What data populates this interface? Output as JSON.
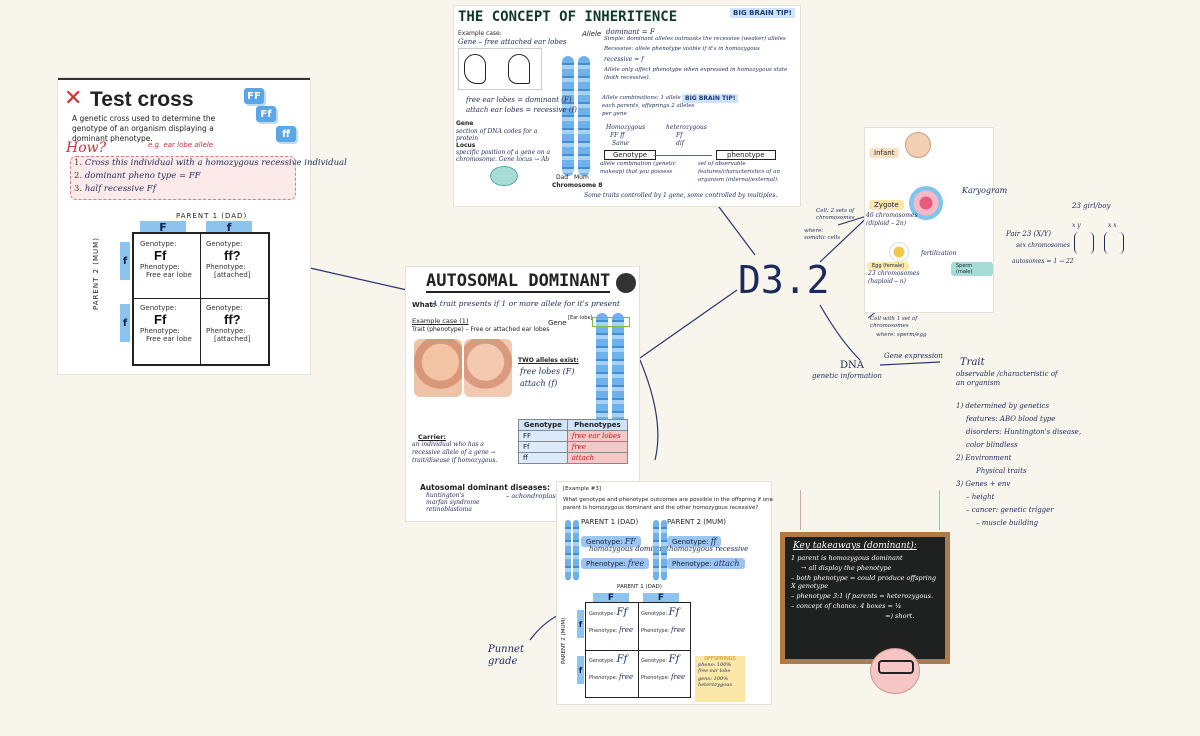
{
  "center": {
    "label": "D3.2"
  },
  "test_cross": {
    "title": "Test cross",
    "x_mark": "✕",
    "desc": "A genetic cross used to determine the genotype of an organism displaying a dominant phenotype.",
    "example": "e.g. ear lobe allele",
    "how_label": "How?",
    "steps": [
      "Cross this individual with a homozygous recessive individual",
      "dominant pheno type = FF",
      "half recessive    Ff"
    ],
    "tiles": [
      "FF",
      "Ff",
      "ff"
    ],
    "parent1": "Parent 1 (dad)",
    "parent2": "Parent 2 (mum)",
    "top_alleles": [
      "F",
      "f"
    ],
    "side_alleles": [
      "f",
      "f"
    ],
    "cells": [
      {
        "genotype_label": "Genotype:",
        "genotype": "Ff",
        "phenotype_label": "Phenotype:",
        "phenotype": "Free ear lobe"
      },
      {
        "genotype_label": "Genotype:",
        "genotype": "ff?",
        "phenotype_label": "Phenotype:",
        "phenotype": "[attached]"
      },
      {
        "genotype_label": "Genotype:",
        "genotype": "Ff",
        "phenotype_label": "Phenotype:",
        "phenotype": "Free ear lobe"
      },
      {
        "genotype_label": "Genotype:",
        "genotype": "ff?",
        "phenotype_label": "Phenotype:",
        "phenotype": "[attached]"
      }
    ]
  },
  "inheritance": {
    "title": "THE CONCEPT OF INHERITENCE",
    "badge": "BIG BRAIN TIP!",
    "badge2": "BIG BRAIN TIP!",
    "example_case": "Example case:",
    "gene_line": "Gene – free attached ear lobes",
    "allele_label": "Allele",
    "dominant": "dominant = F",
    "dominant_desc": "Simple: dominant alleles outmasks the recessive (weaker) alleles",
    "recessive_desc": "Recessive: allele phenotype visible if it's in homozygous",
    "recessive": "recessive = f",
    "allele_only": "Allele only affect phenotype when expressed in homozygous state (both recessive).",
    "free_lobes": "free ear lobes = dominant (F)",
    "attach_lobes": "attach ear lobes = recessive (f)",
    "gene_def_label": "Gene",
    "gene_def": "section of DNA codes for a protein",
    "locus_label": "Locus",
    "locus_def": "specific position of a gene on a chromosome. Gene locus → Ab",
    "dad": "Dad",
    "mum": "Mum",
    "chromosome": "Chromosome 8",
    "combos": "Allele combinations: 1 allele from each parents, offsprings 2 alleles per gene",
    "homozygous": "Homozygous",
    "homo_vals": "FF  ff",
    "homo_note": "Same",
    "heterozygous": "heterozygous",
    "hetero_vals": "Ff",
    "hetero_note": "dif",
    "genotype": "Genotype",
    "genotype_desc": "allele combination (genetic makeup) that you possess",
    "phenotype": "phenotype",
    "phenotype_desc": "set of observable features/characteristics of an organism (internal/external).",
    "footer": "Some traits controlled by 1 gene, some controlled by multiples."
  },
  "autosomal": {
    "title": "AUTOSOMAL DOMINANT",
    "what_label": "What:",
    "what": "A trait presents if 1 or more allele for it's present",
    "example_case": "Example case (1)",
    "trait": "Trait (phenotype) – Free or attached ear lobes",
    "gene_label": "Gene",
    "gene_tag": "[Ear lobe]",
    "two_alleles": "TWO alleles exist:",
    "alleles_free": "free lobes (F)",
    "alleles_attach": "attach (f)",
    "table_headers": [
      "Genotype",
      "Phenotypes"
    ],
    "table_rows": [
      [
        "FF",
        "free ear lobes"
      ],
      [
        "Ff",
        "free"
      ],
      [
        "ff",
        "attach"
      ]
    ],
    "carrier_label": "Carrier:",
    "carrier": "an individual who has a recessive allele of a gene → trait/disease if homozygous.",
    "diseases_title": "Autosomal dominant diseases:",
    "diseases": [
      "huntington's",
      "marfan syndrome",
      "retinoblastoma"
    ],
    "diseases_extra": "– achondroplasia"
  },
  "example3": {
    "label": "[Example #3]",
    "question": "What genotype and phenotype outcomes are possible in the offspring if one parent is homozygous dominant and the other homozygous recessive?",
    "parent1": "Parent 1 (dad)",
    "parent2": "Parent 2 (mum)",
    "p1_genotype_label": "Genotype:",
    "p1_genotype": "FF",
    "p1_desc": "homozygous dominant",
    "p1_phenotype_label": "Phenotype:",
    "p1_phenotype": "free",
    "p2_genotype_label": "Genotype:",
    "p2_genotype": "ff",
    "p2_desc": "homozygous recessive",
    "p2_phenotype_label": "Phenotype:",
    "p2_phenotype": "attach",
    "grid_parent1": "Parent 1 (dad)",
    "grid_parent2": "Parent 2 (mum)",
    "top_alleles": [
      "F",
      "F"
    ],
    "side_alleles": [
      "f",
      "f"
    ],
    "cells": [
      {
        "genotype_label": "Genotype:",
        "genotype": "Ff",
        "phenotype_label": "Phenotype:",
        "phenotype": "free"
      },
      {
        "genotype_label": "Genotype:",
        "genotype": "Ff",
        "phenotype_label": "Phenotype:",
        "phenotype": "free"
      },
      {
        "genotype_label": "Genotype:",
        "genotype": "Ff",
        "phenotype_label": "Phenotype:",
        "phenotype": "free"
      },
      {
        "genotype_label": "Genotype:",
        "genotype": "Ff",
        "phenotype_label": "Phenotype:",
        "phenotype": "free"
      }
    ],
    "offspring_label": "offsprings",
    "offspring_note1": "pheno: 100% free ear lobe",
    "offspring_note2": "geno: 100% heterozygous",
    "punnet": "Punnet grade"
  },
  "karyogram": {
    "infant": "Infant",
    "zygote": "Zygote",
    "zygote_desc": "46 chromosomes (diploid – 2n)",
    "egg": "Egg (female)",
    "egg_desc": "23 chromosomes (haploid – n)",
    "sperm": "Sperm (male)",
    "fertilization": "fertilization",
    "two_sets": "Cell: 2 sets of chromosomes",
    "where_somatic": "where: somatic cells",
    "one_set": "Cell with 1 set of chromosomes",
    "where_gamete": "where: sperm/egg",
    "karyogram_label": "Karyogram",
    "pair": "Pair 23 (X/Y)",
    "sex_chrom": "sex chromosomes",
    "autosomes": "autosomes = 1 → 22",
    "girl_boy": "23 girl/boy",
    "xy": "x y",
    "xx": "x x"
  },
  "dna": {
    "dna": "DNA",
    "genetic_info": "genetic information",
    "gene_expression": "Gene expression",
    "trait": "Trait",
    "trait_desc": "observable /characteristic of an organism",
    "points": [
      "1) determined by genetics",
      "features: ABO blood type",
      "disorders: Huntington's disease, color blindless",
      "2) Environment",
      "Physical traits",
      "3) Genes + env",
      "– height",
      "– cancer: genetic trigger",
      "– muscle building"
    ]
  },
  "takeaways": {
    "title": "Key takeaways (dominant):",
    "lines": [
      "1 parent is homozygous dominant",
      "→ all display the phenotype",
      "– both phenotype = could produce offspring X genotype",
      "– phenotype 3:1 if parents = heterozygous.",
      "– concept of chance. 4 boxes = ¼",
      "=) short."
    ]
  }
}
